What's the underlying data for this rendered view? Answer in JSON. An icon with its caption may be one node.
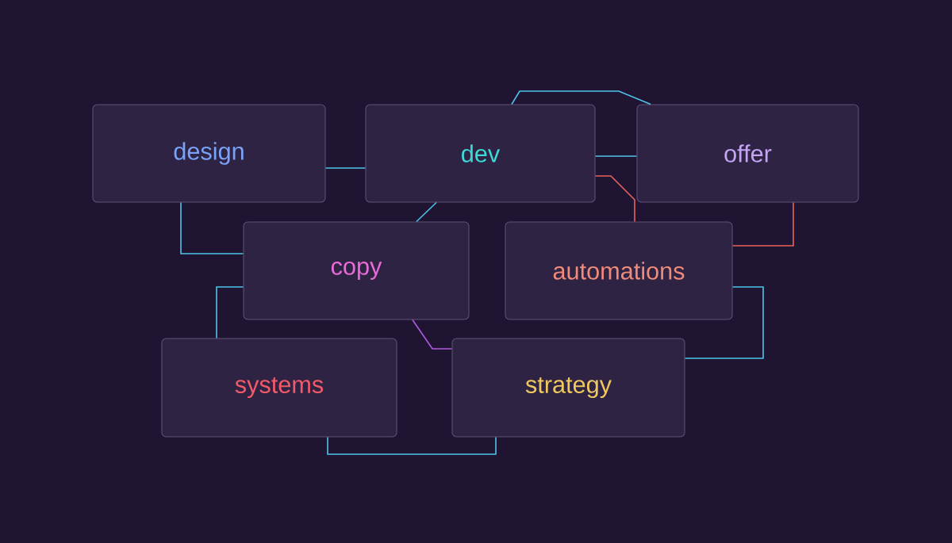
{
  "diagram": {
    "nodes": [
      {
        "text": [
          "design"
        ]
      },
      {
        "text": [
          "dev"
        ]
      },
      {
        "text": [
          "offer"
        ]
      },
      {
        "text": [
          "copy"
        ]
      },
      {
        "text": [
          "automations"
        ]
      },
      {
        "text": [
          "systems"
        ]
      },
      {
        "text": [
          "strategy"
        ]
      }
    ],
    "edges": [
      {
        "from": 0,
        "to": 1,
        "arrow": "none"
      },
      {
        "from": 1,
        "to": 2,
        "arrow": "none"
      },
      {
        "from": 0,
        "to": 3,
        "arrow": "none"
      },
      {
        "from": 3,
        "to": 5,
        "arrow": "none"
      },
      {
        "from": 4,
        "to": 6,
        "arrow": "none"
      },
      {
        "from": 5,
        "to": 6,
        "arrow": "none"
      },
      {
        "from": 2,
        "to": 4,
        "arrow": "none",
        "color": "#e8645a"
      },
      {
        "from": 1,
        "to": 4,
        "arrow": "none",
        "color": "#e8645a"
      },
      {
        "from": 3,
        "to": 6,
        "arrow": "none",
        "color": "#b05ce0"
      },
      {
        "from": 1,
        "to": 3,
        "arrow": "none"
      },
      {
        "from": 1,
        "to": 2,
        "arrow": "none"
      }
    ]
  }
}
